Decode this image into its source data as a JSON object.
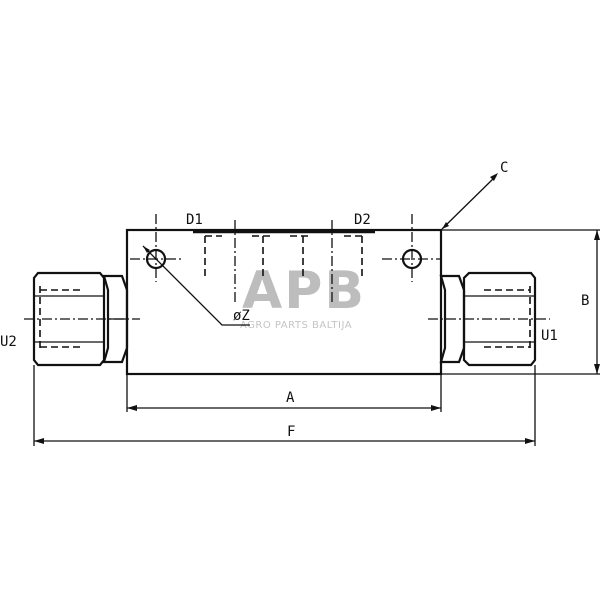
{
  "diagram": {
    "title": "Hydraulic valve block dimension drawing",
    "labels": {
      "port_d1": "D1",
      "port_d2": "D2",
      "port_u1": "U1",
      "port_u2": "U2",
      "hole_diameter": "øZ",
      "dim_a": "A",
      "dim_b": "B",
      "dim_c": "C",
      "dim_f": "F"
    },
    "watermark": {
      "logo": "APB",
      "tagline": "AGRO PARTS BALTIJA"
    },
    "colors": {
      "line": "#111111",
      "background": "#ffffff",
      "watermark": "#bdbdbd"
    }
  }
}
